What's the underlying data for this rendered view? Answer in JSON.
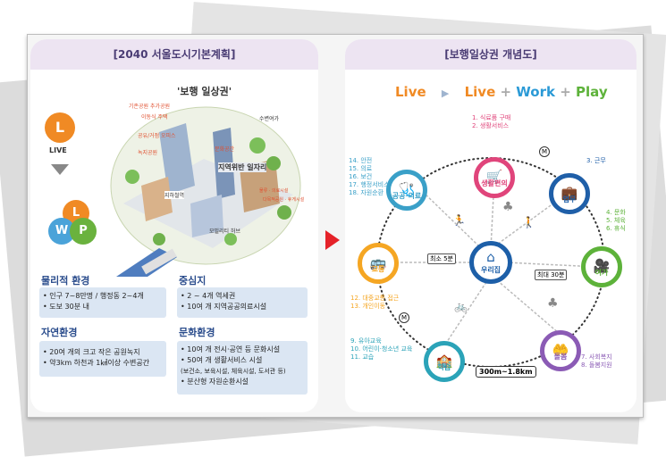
{
  "left": {
    "header": "[2040 서울도시기본계획]",
    "map_title": "'보행 일상권'",
    "live_letter": "L",
    "live_label": "LIVE",
    "l_letter": "L",
    "w_letter": "W",
    "p_letter": "P",
    "map_labels": [
      "기존공원 추가공원",
      "이동식 주택",
      "공유/거점 오피스",
      "녹지공원",
      "수변여가",
      "문화공간",
      "지역위반 일자리",
      "지하철역",
      "다목적공원 · 휴게시설",
      "물류 · 의료시설",
      "모빌리티 허브"
    ],
    "sections": [
      {
        "title": "물리적 환경",
        "items": [
          "• 인구 7~8만명 / 행정동 2~4개",
          "• 도보 30분 내"
        ]
      },
      {
        "title": "중심지",
        "items": [
          "• 2 ~ 4개 역세권",
          "• 10여 개 지역공공의료시설"
        ]
      },
      {
        "title": "자연환경",
        "items": [
          "• 20여 개의 크고 작은 공원녹지",
          "• 약3km 하천과 1㎢이상 수변공간"
        ]
      },
      {
        "title": "문화환경",
        "items": [
          "• 10여 개 전시·공연 등 문화시설",
          "• 50여 개 생활서비스 시설",
          "  (보건소, 보육시설, 체육시설, 도서관 등)",
          "• 분산형 자원순환시설"
        ]
      }
    ]
  },
  "right": {
    "header": "[보행일상권 개념도]",
    "slogan": {
      "live1": "Live",
      "live2": "Live",
      "plus1": "+",
      "work": "Work",
      "plus2": "+",
      "play": "Play"
    },
    "center": "우리집",
    "metro": "M",
    "nodes": [
      {
        "key": "life",
        "label": "생활편의",
        "icon": "🛒",
        "color": "#e0457b"
      },
      {
        "key": "work",
        "label": "업무",
        "icon": "💼",
        "color": "#1f5fa8"
      },
      {
        "key": "leisure",
        "label": "여가",
        "icon": "🎥",
        "color": "#5db23a"
      },
      {
        "key": "care",
        "label": "돌봄",
        "icon": "🤲",
        "color": "#8b5bb5"
      },
      {
        "key": "study",
        "label": "학습",
        "icon": "🏫",
        "color": "#2ba3b8"
      },
      {
        "key": "traffic",
        "label": "교통",
        "icon": "🚌",
        "color": "#f5a623"
      },
      {
        "key": "public",
        "label": "공공·의료",
        "icon": "🩺",
        "color": "#3aa0c8"
      }
    ],
    "lists": {
      "life": [
        "1. 식료품 구매",
        "2. 생활서비스"
      ],
      "work": [
        "3. 근무"
      ],
      "leisure": [
        "4. 문화",
        "5. 체육",
        "6. 휴식"
      ],
      "care": [
        "7. 사회복지",
        "8. 돌봄지원"
      ],
      "study": [
        "9. 유아교육",
        "10. 어린이·청소년 교육",
        "11. 교습"
      ],
      "traffic": [
        "12. 대중교통 접근",
        "13. 개인이동"
      ],
      "public": [
        "14. 안전",
        "15. 의료",
        "16. 보건",
        "17. 행정서비스",
        "18. 자원순환"
      ]
    },
    "min5": "최소 5분",
    "max30": "최대 30분",
    "dist": "300m~1.8km"
  }
}
